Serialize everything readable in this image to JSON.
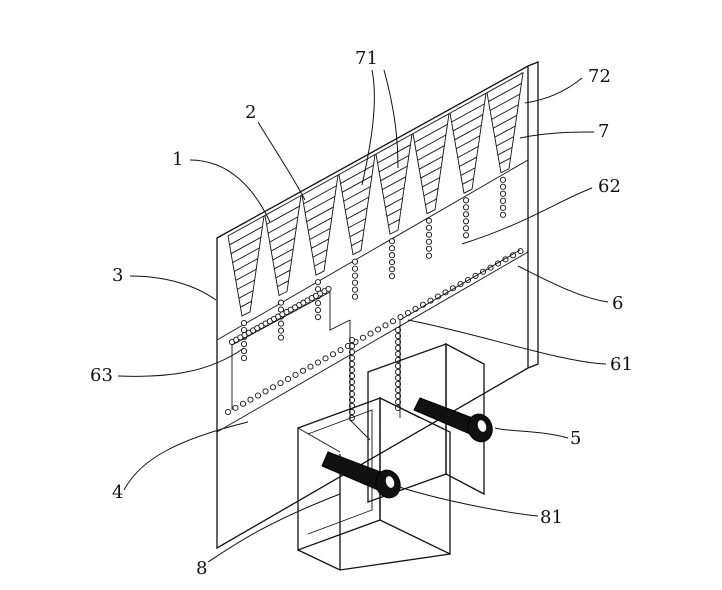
{
  "figure": {
    "labels": [
      {
        "id": "1",
        "text": "1"
      },
      {
        "id": "2",
        "text": "2"
      },
      {
        "id": "3",
        "text": "3"
      },
      {
        "id": "4",
        "text": "4"
      },
      {
        "id": "5",
        "text": "5"
      },
      {
        "id": "6",
        "text": "6"
      },
      {
        "id": "7",
        "text": "7"
      },
      {
        "id": "8",
        "text": "8"
      },
      {
        "id": "61",
        "text": "61"
      },
      {
        "id": "62",
        "text": "62"
      },
      {
        "id": "63",
        "text": "63"
      },
      {
        "id": "71",
        "text": "71"
      },
      {
        "id": "72",
        "text": "72"
      },
      {
        "id": "81",
        "text": "81"
      }
    ]
  }
}
